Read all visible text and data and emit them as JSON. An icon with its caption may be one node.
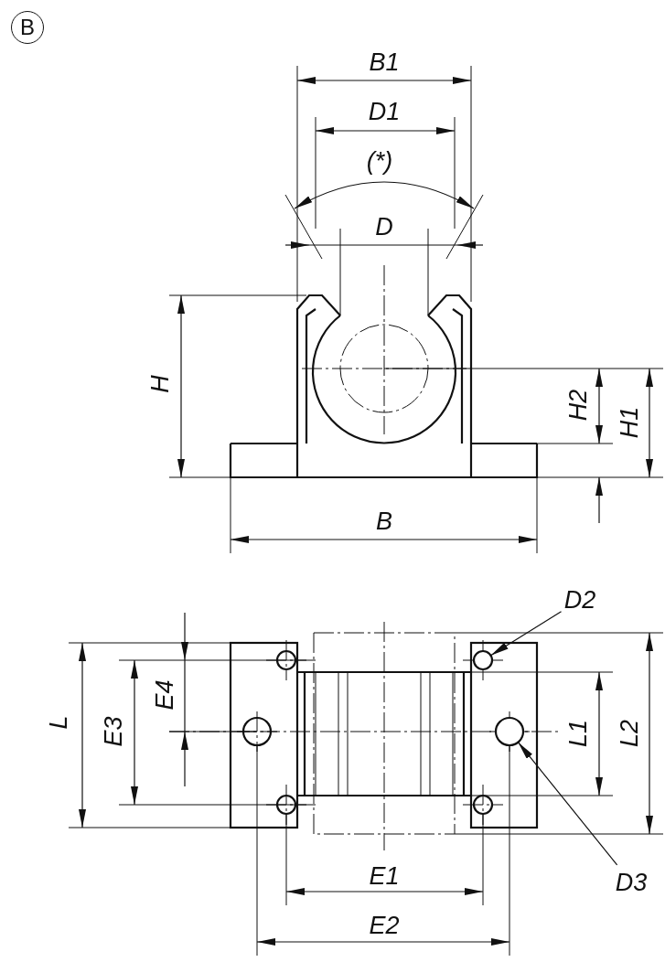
{
  "diagram": {
    "nodes": [
      {
        "text": [
          "B"
        ]
      },
      {
        "text": [
          "D2"
        ]
      },
      {
        "text": [],
        "shape": "circle"
      },
      {
        "text": [
          "D3"
        ]
      },
      {
        "text": [],
        "shape": "circle"
      }
    ],
    "edges": [
      {
        "from": 1,
        "to": 2,
        "arrow": "to"
      },
      {
        "from": 3,
        "to": 4,
        "arrow": "to"
      }
    ],
    "labels": [
      "B1",
      "D1",
      "(*)",
      "D",
      "H",
      "H2",
      "H1",
      "B",
      "E4",
      "E3",
      "L",
      "L1",
      "L2",
      "E1",
      "E2"
    ]
  }
}
